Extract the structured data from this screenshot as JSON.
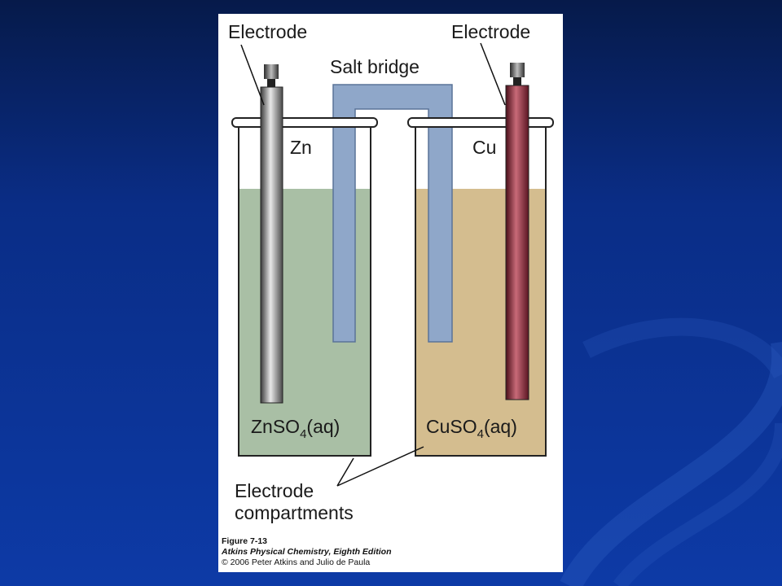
{
  "diagram": {
    "labels": {
      "electrode_left": "Electrode",
      "electrode_right": "Electrode",
      "salt_bridge": "Salt bridge",
      "anode_metal": "Zn",
      "cathode_metal": "Cu",
      "left_solution_main": "ZnSO",
      "left_solution_sub": "4",
      "left_solution_tail": "(aq)",
      "right_solution_main": "CuSO",
      "right_solution_sub": "4",
      "right_solution_tail": "(aq)",
      "compartments_line1": "Electrode",
      "compartments_line2": "compartments"
    },
    "colors": {
      "zinc_solution": "#a9bfa5",
      "copper_solution": "#d4bd8f",
      "salt_bridge": "#8fa7c9",
      "zinc_rod": "#7a7a7a",
      "copper_rod": "#7a1f2e"
    }
  },
  "caption": {
    "figure": "Figure 7-13",
    "book": "Atkins Physical Chemistry, Eighth Edition",
    "copyright": "© 2006 Peter Atkins and Julio de Paula"
  }
}
